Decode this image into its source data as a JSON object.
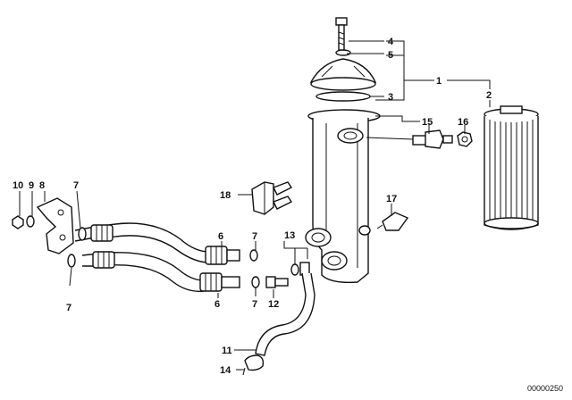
{
  "diagram": {
    "callouts": {
      "c1": "1",
      "c2": "2",
      "c3": "3",
      "c4": "4",
      "c5": "5",
      "c6a": "6",
      "c6b": "6",
      "c7a": "7",
      "c7b": "7",
      "c7c": "7",
      "c7d": "7",
      "c8": "8",
      "c9": "9",
      "c10": "10",
      "c11": "11",
      "c12": "12",
      "c13": "13",
      "c14": "14",
      "c15": "15",
      "c16": "16",
      "c17": "17",
      "c18": "18"
    },
    "doc_id": "00000250"
  }
}
